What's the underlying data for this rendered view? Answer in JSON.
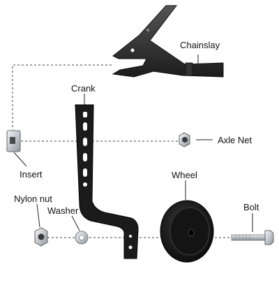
{
  "labels": {
    "chainstay": "Chainslay",
    "crank": "Crank",
    "axle_nut": "Axle Net",
    "insert": "Insert",
    "wheel": "Wheel",
    "nylon_nut": "Nylon nut",
    "washer": "Washer",
    "bolt": "Bolt"
  },
  "colors": {
    "metal_black": "#1b1b1b",
    "chainstay": "#2a2a2a",
    "nut_silver": "#c9cdd2",
    "leader_line": "#222222",
    "dashed_line": "#444444"
  },
  "icons": {
    "chainstay": "bike-chainstay-dropout",
    "crank": "training-wheel-bracket",
    "axle_nut": "hex-nut",
    "insert": "square-insert",
    "wheel": "training-wheel",
    "nylon_nut": "hex-nylon-nut",
    "washer": "flat-washer",
    "bolt": "hex-bolt"
  }
}
